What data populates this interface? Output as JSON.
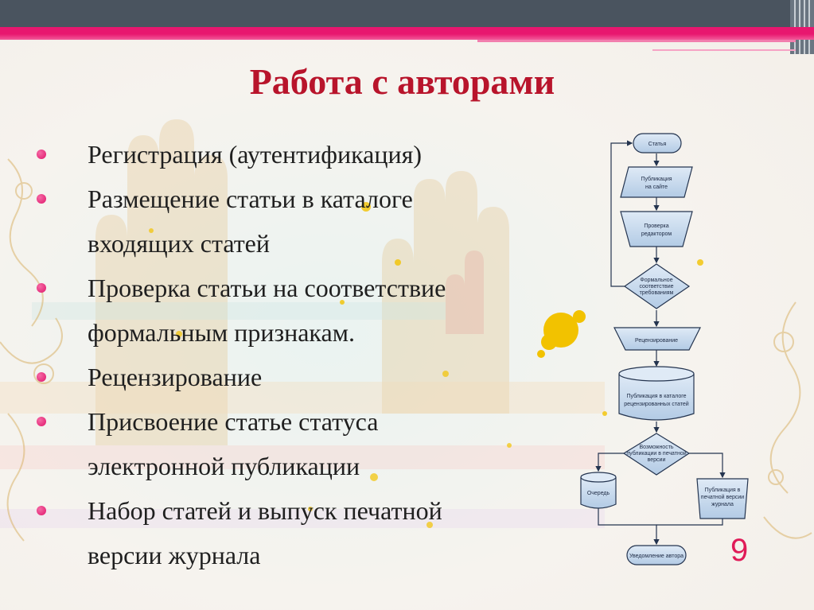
{
  "slide": {
    "title": "Работа с авторами",
    "page_number": "9",
    "bullets": [
      {
        "lines": [
          "Регистрация (аутентификация)"
        ]
      },
      {
        "lines": [
          "Размещение статьи в каталоге",
          "входящих статей"
        ]
      },
      {
        "lines": [
          "Проверка статьи на соответствие",
          "формальным признакам."
        ]
      },
      {
        "lines": [
          "Рецензирование"
        ]
      },
      {
        "lines": [
          "Присвоение статье статуса",
          "электронной публикации"
        ]
      },
      {
        "lines": [
          "Набор  статей и выпуск печатной",
          "версии журнала"
        ]
      }
    ]
  },
  "flowchart": {
    "n1": "Статья",
    "n2a": "Публикация",
    "n2b": "на сайте",
    "n3a": "Проверка",
    "n3b": "редактором",
    "n4a": "Формальное",
    "n4b": "соответствие",
    "n4c": "требованиям",
    "n5": "Рецензирование",
    "n6a": "Публикация в каталоге",
    "n6b": "рецензированных статей",
    "n7a": "Возможность",
    "n7b": "публикации в печатной",
    "n7c": "версии",
    "n8": "Очередь",
    "n9a": "Публикация в",
    "n9b": "печатной версии",
    "n9c": "журнала",
    "n10": "Уведомление автора"
  },
  "colors": {
    "title": "#b8142b",
    "accent_pink": "#e8176f",
    "top_bar": "#4a545f",
    "flow_fill": "#c5d8ec",
    "flow_stroke": "#24344f"
  }
}
